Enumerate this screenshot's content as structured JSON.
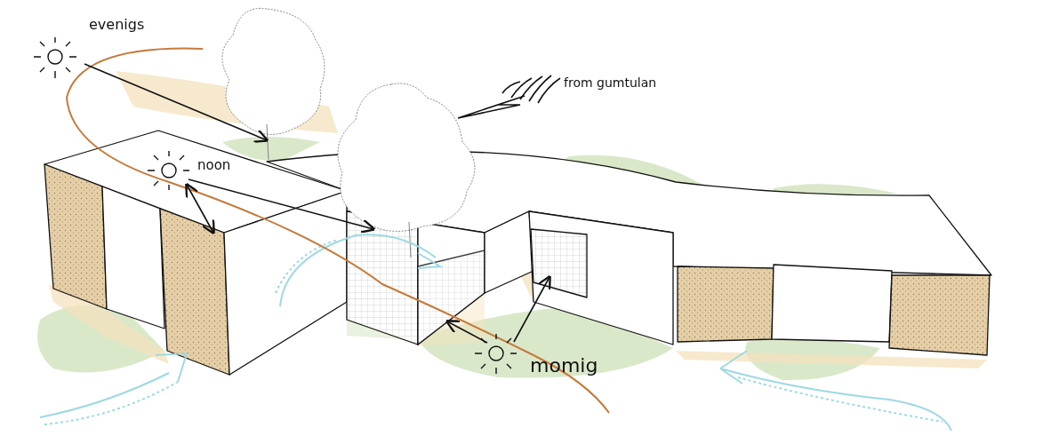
{
  "diagram": {
    "labels": [
      "evenigs",
      "noon",
      "from gumtulan",
      "momig"
    ]
  }
}
